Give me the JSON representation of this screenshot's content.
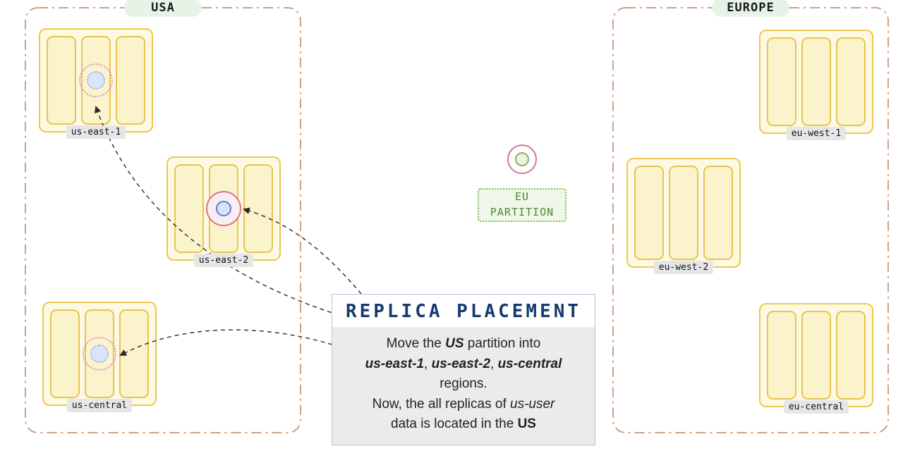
{
  "usa": {
    "label": "USA",
    "datacenters": [
      {
        "label": "us-east-1",
        "replica": "dotted"
      },
      {
        "label": "us-east-2",
        "replica": "pinned"
      },
      {
        "label": "us-central",
        "replica": "dotted"
      }
    ]
  },
  "europe": {
    "label": "EUROPE",
    "datacenters": [
      {
        "label": "eu-west-1"
      },
      {
        "label": "eu-west-2"
      },
      {
        "label": "eu-central"
      }
    ]
  },
  "eu_partition": {
    "label": "EU\nPARTITION"
  },
  "replica_placement": {
    "title": "REPLICA PLACEMENT",
    "body_segments": [
      {
        "text": "Move the ",
        "style": "plain"
      },
      {
        "text": "US",
        "style": "bold-italic"
      },
      {
        "text": " partition into\n",
        "style": "plain"
      },
      {
        "text": "us-east-1",
        "style": "bold-italic"
      },
      {
        "text": ", ",
        "style": "plain"
      },
      {
        "text": "us-east-2",
        "style": "bold-italic"
      },
      {
        "text": ", ",
        "style": "plain"
      },
      {
        "text": "us-central",
        "style": "bold-italic"
      },
      {
        "text": "\nregions.\nNow, the all replicas of ",
        "style": "plain"
      },
      {
        "text": "us-user",
        "style": "italic"
      },
      {
        "text": "\ndata is located in the ",
        "style": "plain"
      },
      {
        "text": "US",
        "style": "bold"
      }
    ]
  },
  "colors": {
    "zone_border": "#cfa183",
    "zone_label_bg": "#e7f3e7",
    "rack_border": "#ecc94b",
    "rack_fill": "#fdf9e3",
    "replica_pink": "#d4738f",
    "replica_blue": "#5a7fd6",
    "eu_green": "#4d8a3a",
    "card_border": "#a9c6e4",
    "card_title": "#163a70",
    "card_body_bg": "#ebebeb",
    "arrow": "#333333"
  }
}
